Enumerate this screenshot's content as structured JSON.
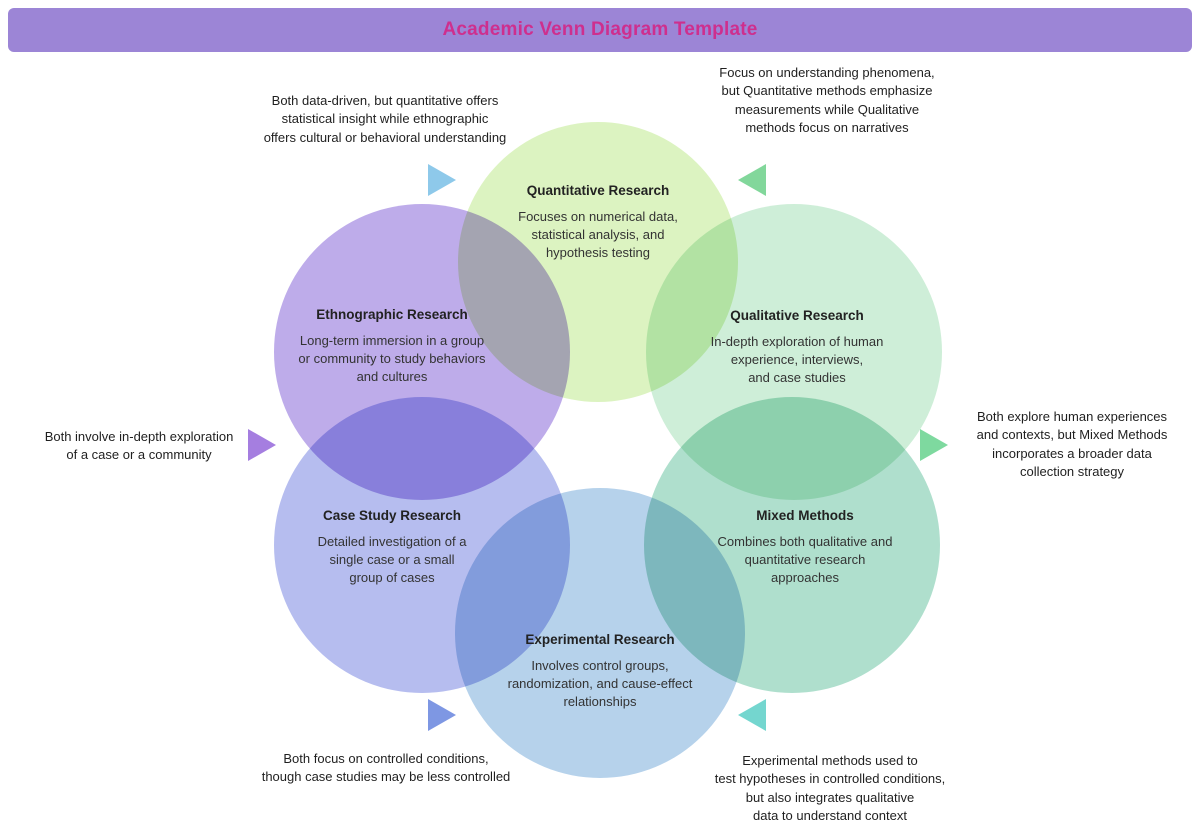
{
  "title": "Academic Venn Diagram Template",
  "colors": {
    "title_bar_bg": "#9c85d6",
    "title_text": "#ce2f8e",
    "quantitative_fill": "#d9f2ba",
    "qualitative_fill": "#c9edd4",
    "ethnographic_fill": "#b7a3e8",
    "mixed_fill": "#a6dcc8",
    "case_study_fill": "#aeb6ee",
    "experimental_fill": "#aecde9",
    "arrow_top_left": "#8ec9ea",
    "arrow_top_right": "#82d79b",
    "arrow_left": "#a57ee0",
    "arrow_right": "#7ed99f",
    "arrow_bottom_left": "#7e97e3",
    "arrow_bottom_right": "#74d6cf"
  },
  "circles": [
    {
      "id": "quantitative",
      "title": "Quantitative Research",
      "description": "Focuses on numerical data,\nstatistical analysis, and\nhypothesis testing"
    },
    {
      "id": "ethnographic",
      "title": "Ethnographic Research",
      "description": "Long-term immersion in a group\nor community to study behaviors\nand cultures"
    },
    {
      "id": "qualitative",
      "title": "Qualitative Research",
      "description": "In-depth exploration of human\nexperience, interviews,\nand case studies"
    },
    {
      "id": "case_study",
      "title": "Case Study Research",
      "description": "Detailed investigation of a\nsingle case or a small\ngroup of cases"
    },
    {
      "id": "mixed_methods",
      "title": "Mixed Methods",
      "description": "Combines both qualitative and\nquantitative research\napproaches"
    },
    {
      "id": "experimental",
      "title": "Experimental Research",
      "description": "Involves control groups,\nrandomization, and cause-effect\nrelationships"
    }
  ],
  "annotations": [
    {
      "id": "top_left",
      "text": "Both data-driven, but quantitative offers\nstatistical insight while ethnographic\noffers cultural or behavioral understanding"
    },
    {
      "id": "top_right",
      "text": "Focus on understanding phenomena,\nbut Quantitative methods emphasize\nmeasurements while Qualitative\nmethods focus on narratives"
    },
    {
      "id": "left",
      "text": "Both involve in-depth exploration\nof a case or a community"
    },
    {
      "id": "right",
      "text": "Both explore human experiences\nand contexts, but Mixed Methods\nincorporates a broader data\ncollection strategy"
    },
    {
      "id": "bottom_left",
      "text": "Both focus on controlled conditions,\nthough case studies may be less controlled"
    },
    {
      "id": "bottom_right",
      "text": "Experimental methods used to\ntest hypotheses in controlled conditions,\nbut also integrates qualitative\ndata to understand context"
    }
  ]
}
